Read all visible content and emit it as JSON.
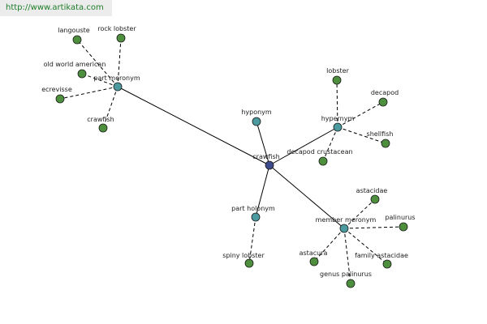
{
  "source_url": "http://www.artikata.com",
  "colors": {
    "center": "#3d4a8c",
    "hub": "#4a9aa0",
    "leaf": "#4e8f3e",
    "edge": "#000000"
  },
  "nodes": [
    {
      "id": "crawfish_center",
      "label": "crawfish",
      "kind": "center"
    },
    {
      "id": "part_meronym",
      "label": "part meronym",
      "kind": "hub"
    },
    {
      "id": "hyponym",
      "label": "hyponym",
      "kind": "hub"
    },
    {
      "id": "hypernym",
      "label": "hypernym",
      "kind": "hub"
    },
    {
      "id": "part_holonym",
      "label": "part holonym",
      "kind": "hub"
    },
    {
      "id": "member_meronym",
      "label": "member meronym",
      "kind": "hub"
    },
    {
      "id": "langouste",
      "label": "langouste",
      "kind": "leaf"
    },
    {
      "id": "rock_lobster",
      "label": "rock lobster",
      "kind": "leaf"
    },
    {
      "id": "old_world_american",
      "label": "old world american",
      "kind": "leaf"
    },
    {
      "id": "ecrevisse",
      "label": "ecrevisse",
      "kind": "leaf"
    },
    {
      "id": "crawfish_leaf",
      "label": "crawfish",
      "kind": "leaf"
    },
    {
      "id": "lobster",
      "label": "lobster",
      "kind": "leaf"
    },
    {
      "id": "decapod",
      "label": "decapod",
      "kind": "leaf"
    },
    {
      "id": "shellfish",
      "label": "shellfish",
      "kind": "leaf"
    },
    {
      "id": "decapod_crustacean",
      "label": "decapod crustacean",
      "kind": "leaf"
    },
    {
      "id": "spiny_lobster",
      "label": "spiny lobster",
      "kind": "leaf"
    },
    {
      "id": "astacidae",
      "label": "astacidae",
      "kind": "leaf"
    },
    {
      "id": "palinurus",
      "label": "palinurus",
      "kind": "leaf"
    },
    {
      "id": "astacura",
      "label": "astacura",
      "kind": "leaf"
    },
    {
      "id": "family_astacidae",
      "label": "family astacidae",
      "kind": "leaf"
    },
    {
      "id": "genus_palinurus",
      "label": "genus palinurus",
      "kind": "leaf"
    }
  ],
  "edges": [
    {
      "from": "crawfish_center",
      "to": "part_meronym",
      "style": "solid"
    },
    {
      "from": "crawfish_center",
      "to": "hyponym",
      "style": "solid"
    },
    {
      "from": "crawfish_center",
      "to": "hypernym",
      "style": "solid"
    },
    {
      "from": "crawfish_center",
      "to": "part_holonym",
      "style": "solid"
    },
    {
      "from": "crawfish_center",
      "to": "member_meronym",
      "style": "solid"
    },
    {
      "from": "part_meronym",
      "to": "langouste",
      "style": "dashed"
    },
    {
      "from": "part_meronym",
      "to": "rock_lobster",
      "style": "dashed"
    },
    {
      "from": "part_meronym",
      "to": "old_world_american",
      "style": "dashed"
    },
    {
      "from": "part_meronym",
      "to": "ecrevisse",
      "style": "dashed"
    },
    {
      "from": "part_meronym",
      "to": "crawfish_leaf",
      "style": "dashed"
    },
    {
      "from": "hypernym",
      "to": "lobster",
      "style": "dashed"
    },
    {
      "from": "hypernym",
      "to": "decapod",
      "style": "dashed"
    },
    {
      "from": "hypernym",
      "to": "shellfish",
      "style": "dashed"
    },
    {
      "from": "hypernym",
      "to": "decapod_crustacean",
      "style": "dashed"
    },
    {
      "from": "part_holonym",
      "to": "spiny_lobster",
      "style": "dashed"
    },
    {
      "from": "member_meronym",
      "to": "astacidae",
      "style": "dashed"
    },
    {
      "from": "member_meronym",
      "to": "palinurus",
      "style": "dashed"
    },
    {
      "from": "member_meronym",
      "to": "astacura",
      "style": "dashed"
    },
    {
      "from": "member_meronym",
      "to": "family_astacidae",
      "style": "dashed"
    },
    {
      "from": "member_meronym",
      "to": "genus_palinurus",
      "style": "dashed"
    }
  ]
}
